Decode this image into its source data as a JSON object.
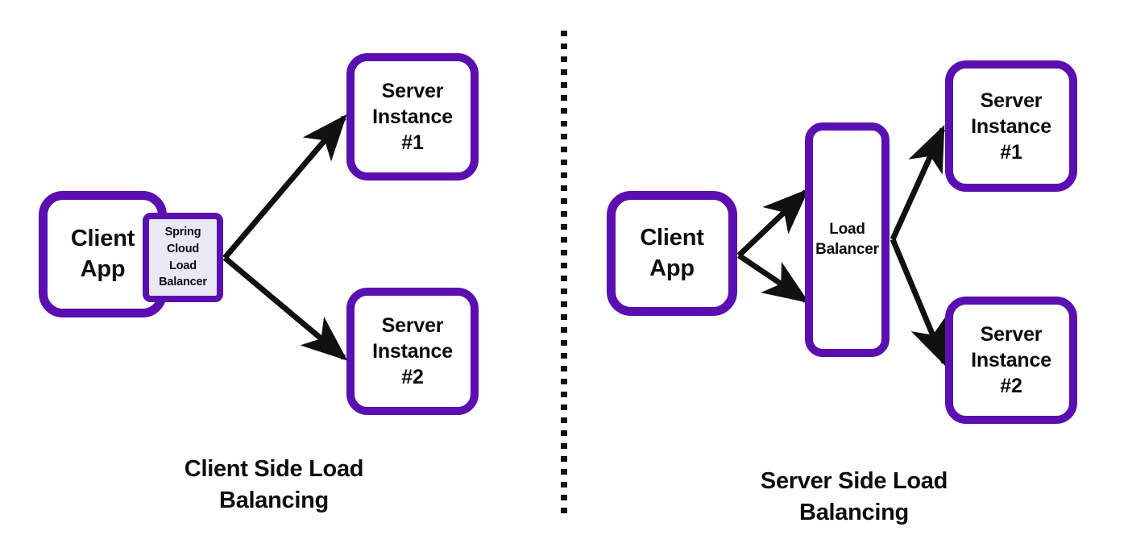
{
  "diagram": {
    "title_not_shown": "",
    "colors": {
      "node_border_purple": "#5B0FB0",
      "node_fill_white": "#FFFFFF",
      "spring_cloud_fill": "#E9E8F6",
      "arrow_black": "#111111",
      "text_black": "#0D0D0D",
      "background": "#FEFEFE"
    },
    "divider": {
      "style": "dotted-vertical",
      "color": "#111111"
    },
    "panels": [
      {
        "id": "client-side",
        "caption": "Client Side Load\nBalancing",
        "caption_line1": "Client Side Load",
        "caption_line2": "Balancing",
        "nodes": [
          {
            "id": "client-app-left",
            "label": "Client\nApp",
            "line1": "Client",
            "line2": "App",
            "shape": "rounded-rect",
            "fill": "#FFFFFF",
            "border": "#5B0FB0"
          },
          {
            "id": "spring-cloud-load-balancer",
            "label": "Spring Cloud\nLoad\nBalancer",
            "line1": "Spring Cloud",
            "line2": "Load",
            "line3": "Balancer",
            "shape": "rounded-rect",
            "fill": "#E9E8F6",
            "border": "#5B0FB0"
          },
          {
            "id": "server-instance-1-left",
            "label": "Server\nInstance\n#1",
            "line1": "Server",
            "line2": "Instance",
            "line3": "#1",
            "shape": "rounded-rect",
            "fill": "#FFFFFF",
            "border": "#5B0FB0"
          },
          {
            "id": "server-instance-2-left",
            "label": "Server\nInstance\n#2",
            "line1": "Server",
            "line2": "Instance",
            "line3": "#2",
            "shape": "rounded-rect",
            "fill": "#FFFFFF",
            "border": "#5B0FB0"
          }
        ],
        "edges": [
          {
            "from": "spring-cloud-load-balancer",
            "to": "server-instance-1-left",
            "style": "solid-arrow"
          },
          {
            "from": "spring-cloud-load-balancer",
            "to": "server-instance-2-left",
            "style": "solid-arrow"
          }
        ]
      },
      {
        "id": "server-side",
        "caption": "Server Side Load\nBalancing",
        "caption_line1": "Server Side Load",
        "caption_line2": "Balancing",
        "nodes": [
          {
            "id": "client-app-right",
            "label": "Client\nApp",
            "line1": "Client",
            "line2": "App",
            "shape": "rounded-rect",
            "fill": "#FFFFFF",
            "border": "#5B0FB0"
          },
          {
            "id": "load-balancer",
            "label": "Load\nBalancer",
            "line1": "Load",
            "line2": "Balancer",
            "shape": "rounded-rect-tall",
            "fill": "#FFFFFF",
            "border": "#5B0FB0"
          },
          {
            "id": "server-instance-1-right",
            "label": "Server\nInstance\n#1",
            "line1": "Server",
            "line2": "Instance",
            "line3": "#1",
            "shape": "rounded-rect",
            "fill": "#FFFFFF",
            "border": "#5B0FB0"
          },
          {
            "id": "server-instance-2-right",
            "label": "Server\nInstance\n#2",
            "line1": "Server",
            "line2": "Instance",
            "line3": "#2",
            "shape": "rounded-rect",
            "fill": "#FFFFFF",
            "border": "#5B0FB0"
          }
        ],
        "edges": [
          {
            "from": "client-app-right",
            "to": "load-balancer",
            "style": "solid-arrow"
          },
          {
            "from": "client-app-right",
            "to": "load-balancer",
            "style": "solid-arrow"
          },
          {
            "from": "load-balancer",
            "to": "server-instance-1-right",
            "style": "solid-arrow"
          },
          {
            "from": "load-balancer",
            "to": "server-instance-2-right",
            "style": "solid-arrow"
          }
        ]
      }
    ]
  }
}
